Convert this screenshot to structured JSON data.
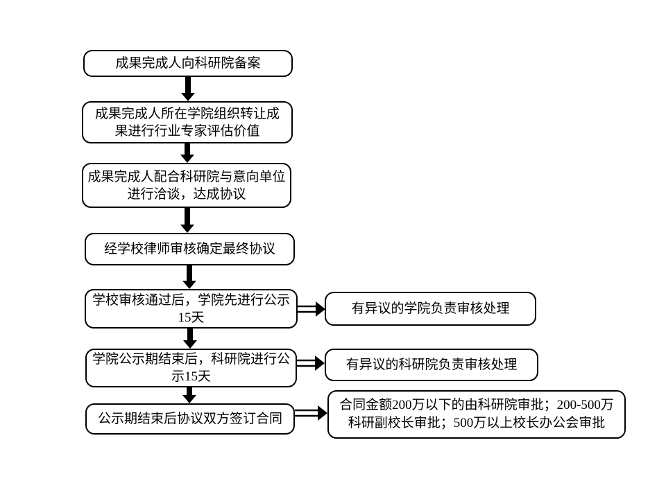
{
  "page": {
    "background": "#ffffff"
  },
  "flowchart": {
    "stroke_color": "#000000",
    "box_fill": "#ffffff",
    "main_steps": [
      {
        "label": "成果完成人向科研院备案"
      },
      {
        "label": "成果完成人所在学院组织转让成\n果进行行业专家评估价值"
      },
      {
        "label": "成果完成人配合科研院与意向单位\n进行洽谈，达成协议"
      },
      {
        "label": "经学校律师审核确定最终协议"
      },
      {
        "label": "学校审核通过后，学院先进行公示\n15天"
      },
      {
        "label": "学院公示期结束后，科研院进行公\n示15天"
      },
      {
        "label": "公示期结束后协议双方签订合同"
      }
    ],
    "side_notes": [
      {
        "label": "有异议的学院负责审核处理"
      },
      {
        "label": "有异议的科研院负责审核处理"
      },
      {
        "label": "合同金额200万以下的由科研院审批；200-500万\n科研副校长审批；500万以上校长办公会审批"
      }
    ]
  }
}
